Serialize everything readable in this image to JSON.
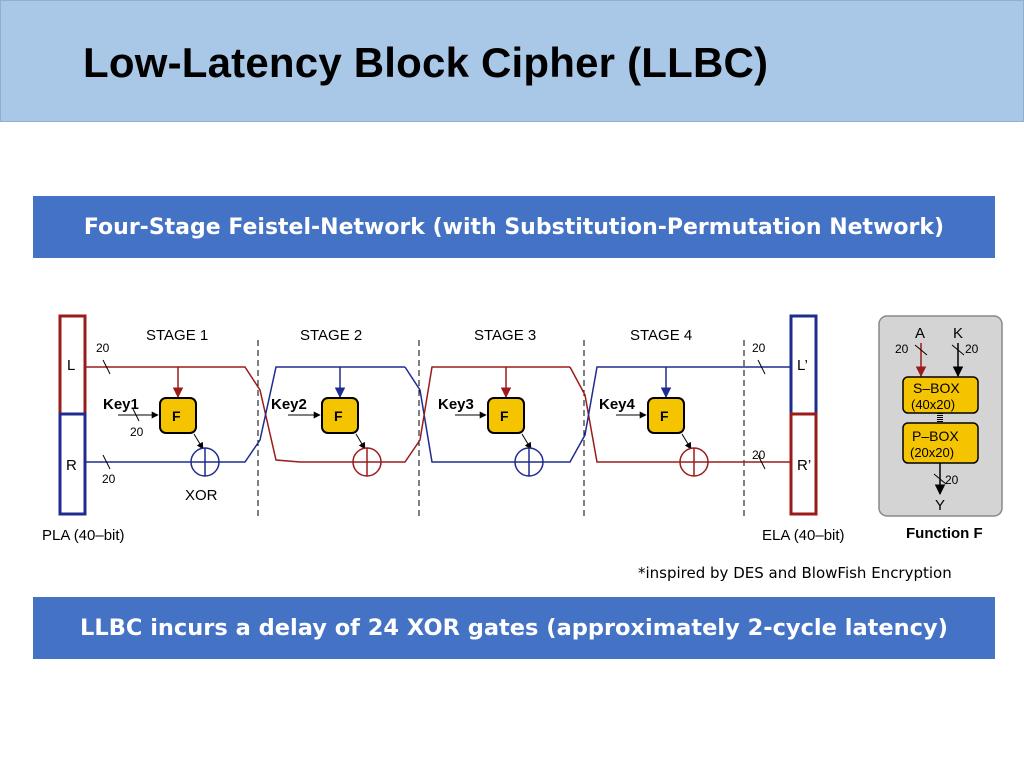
{
  "slide": {
    "title": "Low-Latency Block Cipher (LLBC)",
    "subtitle_banner": "Four-Stage Feistel-Network (with Substitution-Permutation Network)",
    "footnote": "*inspired by DES and BlowFish Encryption",
    "bottom_banner": "LLBC incurs a delay of 24 XOR gates (approximately 2-cycle latency)"
  },
  "diagram": {
    "stages": [
      "STAGE 1",
      "STAGE 2",
      "STAGE 3",
      "STAGE 4"
    ],
    "keys": [
      "Key1",
      "Key2",
      "Key3",
      "Key4"
    ],
    "f_label": "F",
    "xor_label": "XOR",
    "input_left": "L",
    "input_right": "R",
    "output_left": "L’",
    "output_right": "R’",
    "input_block": "PLA (40–bit)",
    "output_block": "ELA (40–bit)",
    "width_label": "20",
    "function_box": {
      "input_a": "A",
      "input_k": "K",
      "width_a": "20",
      "width_k": "20",
      "sbox": "S–BOX",
      "sbox_size": "(40x20)",
      "pbox": "P–BOX",
      "pbox_size": "(20x20)",
      "width_out": "20",
      "output": "Y",
      "caption": "Function F"
    },
    "colors": {
      "red": "#9b1b1b",
      "blue": "#1f2b8f",
      "f_fill": "#f5c400",
      "banner": "#4472c4",
      "title_bg": "#a9c7e6"
    }
  }
}
